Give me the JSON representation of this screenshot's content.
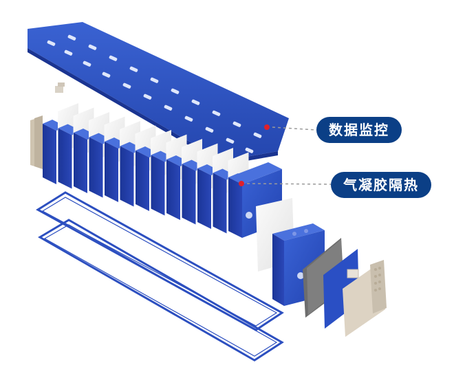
{
  "callouts": [
    {
      "label": "数据监控"
    },
    {
      "label": "气凝胶隔热"
    }
  ],
  "colors": {
    "cell_blue": "#2a4fc4",
    "cell_blue_dark": "#1c36a0",
    "busbar_blue": "#2f57c9",
    "callout_bg": "#0b3f86",
    "marker_red": "#e0202a",
    "aerogel_sheet": "#f1f1f1",
    "end_plate": "#d8cdbd"
  },
  "icons": [
    "battery-cell",
    "aerogel-sheet",
    "busbar-plate",
    "seal-frame",
    "end-plate"
  ]
}
